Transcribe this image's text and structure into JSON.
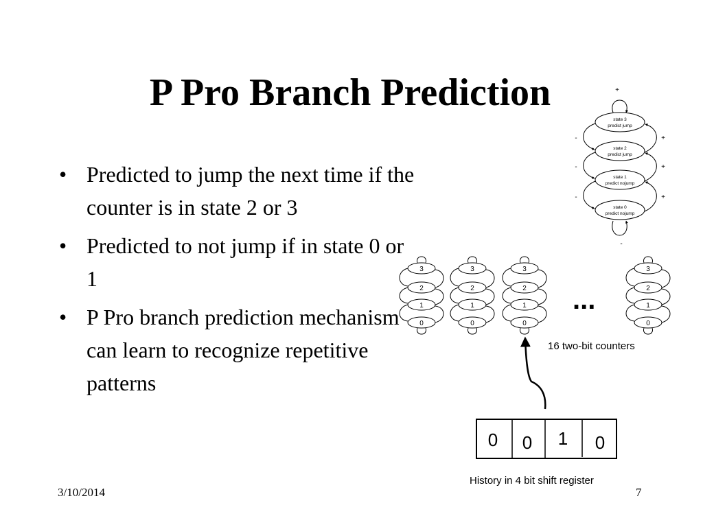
{
  "slide": {
    "title": "P Pro Branch Prediction",
    "bullets": [
      "Predicted to jump the next time if the counter is in state 2 or 3",
      "Predicted to not jump if in state 0 or 1",
      "P Pro branch prediction mechanism can learn to recognize repetitive patterns"
    ],
    "date": "3/10/2014",
    "page_number": "7"
  },
  "diagram": {
    "state_machine": {
      "states": [
        {
          "name": "state 3",
          "prediction": "predict jump"
        },
        {
          "name": "state 2",
          "prediction": "predict jump"
        },
        {
          "name": "state 1",
          "prediction": "predict nojump"
        },
        {
          "name": "state 0",
          "prediction": "predict nojump"
        }
      ],
      "plus_sign": "+",
      "minus_sign": "-"
    },
    "counter_state_labels": [
      "3",
      "2",
      "1",
      "0"
    ],
    "ellipsis": "...",
    "counters_caption": "16  two-bit counters",
    "history_bits": [
      "0",
      "0",
      "1",
      "0"
    ],
    "history_caption": "History in 4 bit shift register"
  }
}
